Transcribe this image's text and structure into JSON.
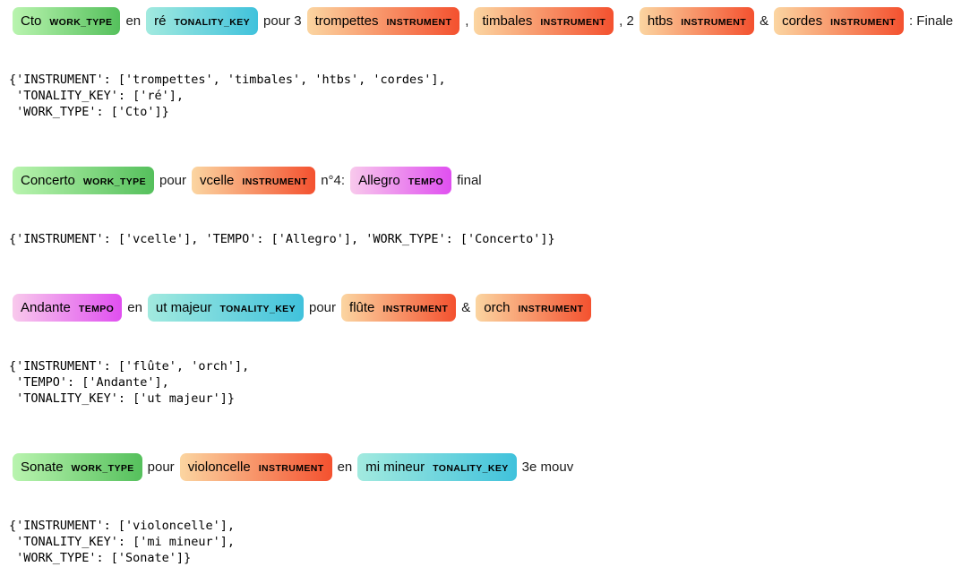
{
  "page": {
    "background_color": "#ffffff",
    "text_color": "#1b1b1b"
  },
  "entity_styles": {
    "WORK_TYPE": {
      "gradient_from": "#b9f4af",
      "gradient_to": "#55c05c"
    },
    "TONALITY_KEY": {
      "gradient_from": "#a2eadf",
      "gradient_to": "#40c2dc"
    },
    "INSTRUMENT": {
      "gradient_from": "#fbd5a1",
      "gradient_to": "#f4512f"
    },
    "TEMPO": {
      "gradient_from": "#f8c9ec",
      "gradient_to": "#e04ff0"
    }
  },
  "examples": [
    {
      "spans": [
        {
          "text": "Cto",
          "label": "WORK_TYPE"
        },
        {
          "text": "en"
        },
        {
          "text": "ré",
          "label": "TONALITY_KEY"
        },
        {
          "text": "pour 3"
        },
        {
          "text": "trompettes",
          "label": "INSTRUMENT"
        },
        {
          "text": ","
        },
        {
          "text": "timbales",
          "label": "INSTRUMENT"
        },
        {
          "text": ", 2"
        },
        {
          "text": "htbs",
          "label": "INSTRUMENT"
        },
        {
          "text": "&"
        },
        {
          "text": "cordes",
          "label": "INSTRUMENT"
        },
        {
          "text": ": Finale"
        }
      ],
      "dict_output": "{'INSTRUMENT': ['trompettes', 'timbales', 'htbs', 'cordes'],\n 'TONALITY_KEY': ['ré'],\n 'WORK_TYPE': ['Cto']}"
    },
    {
      "spans": [
        {
          "text": "Concerto",
          "label": "WORK_TYPE"
        },
        {
          "text": "pour"
        },
        {
          "text": "vcelle",
          "label": "INSTRUMENT"
        },
        {
          "text": "n°4:"
        },
        {
          "text": "Allegro",
          "label": "TEMPO"
        },
        {
          "text": "final"
        }
      ],
      "dict_output": "{'INSTRUMENT': ['vcelle'], 'TEMPO': ['Allegro'], 'WORK_TYPE': ['Concerto']}"
    },
    {
      "spans": [
        {
          "text": "Andante",
          "label": "TEMPO"
        },
        {
          "text": "en"
        },
        {
          "text": "ut majeur",
          "label": "TONALITY_KEY"
        },
        {
          "text": "pour"
        },
        {
          "text": "flûte",
          "label": "INSTRUMENT"
        },
        {
          "text": "&"
        },
        {
          "text": "orch",
          "label": "INSTRUMENT"
        }
      ],
      "dict_output": "{'INSTRUMENT': ['flûte', 'orch'],\n 'TEMPO': ['Andante'],\n 'TONALITY_KEY': ['ut majeur']}"
    },
    {
      "spans": [
        {
          "text": "Sonate",
          "label": "WORK_TYPE"
        },
        {
          "text": "pour"
        },
        {
          "text": "violoncelle",
          "label": "INSTRUMENT"
        },
        {
          "text": "en"
        },
        {
          "text": "mi mineur",
          "label": "TONALITY_KEY"
        },
        {
          "text": "3e mouv"
        }
      ],
      "dict_output": "{'INSTRUMENT': ['violoncelle'],\n 'TONALITY_KEY': ['mi mineur'],\n 'WORK_TYPE': ['Sonate']}"
    }
  ]
}
